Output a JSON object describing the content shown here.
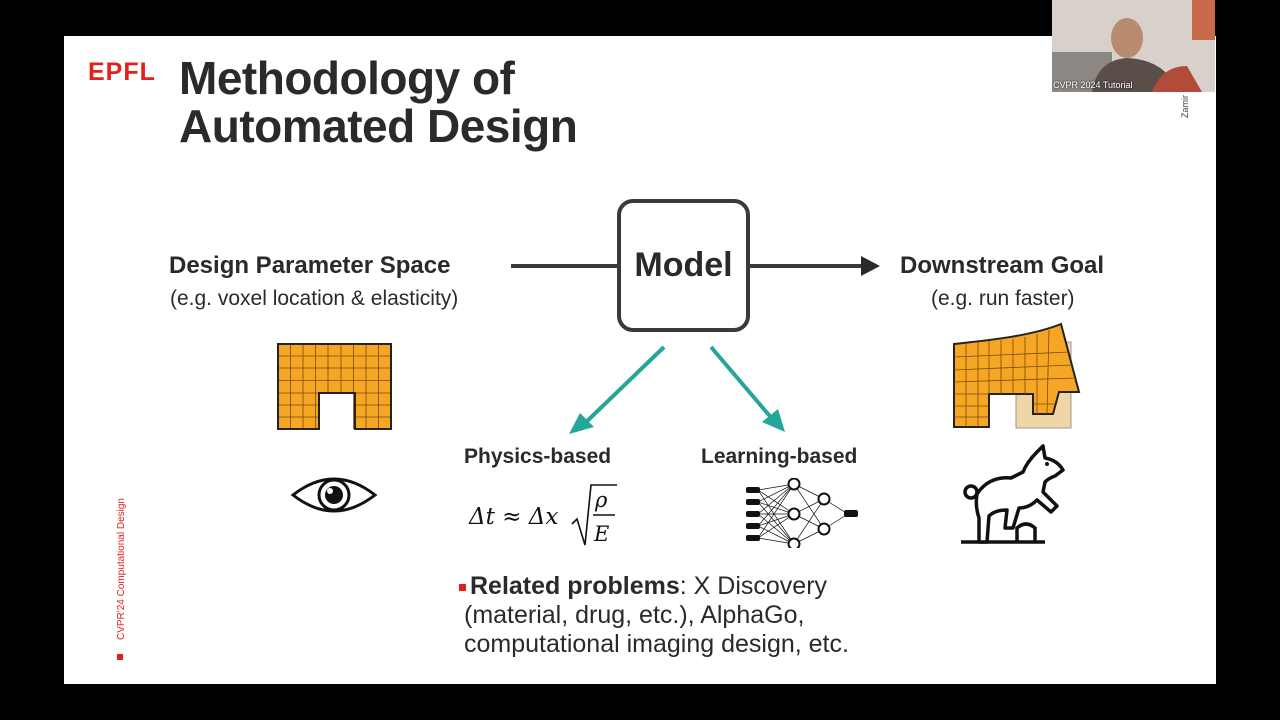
{
  "slide": {
    "logo": "EPFL",
    "title_line1": "Methodology of",
    "title_line2": "Automated Design",
    "side_label": "CVPR'24 Computational Design",
    "design_space_title": "Design Parameter Space",
    "design_space_sub": "(e.g. voxel location & elasticity)",
    "model_label": "Model",
    "goal_title": "Downstream Goal",
    "goal_sub": "(e.g. run faster)",
    "physics_label": "Physics-based",
    "learning_label": "Learning-based",
    "formula": "Δt ≈ Δx √(ρ/E)",
    "related_bold": "Related problems",
    "related_line1_rest": ": X Discovery",
    "related_line2": "(material, drug, etc.), AlphaGo,",
    "related_line3": "computational imaging design, etc.",
    "colors": {
      "accent_red": "#e3201b",
      "arrow_teal": "#26a69a",
      "voxel_orange": "#f5a623",
      "text_dark": "#2a2a2a"
    },
    "icons": [
      "eye-icon",
      "neural-network-icon",
      "dog-jumping-icon",
      "voxel-robot-icon",
      "deformed-voxel-robot-icon"
    ]
  },
  "webcam": {
    "label": "CVPR 2024 Tutorial",
    "speaker": "Zamir"
  }
}
